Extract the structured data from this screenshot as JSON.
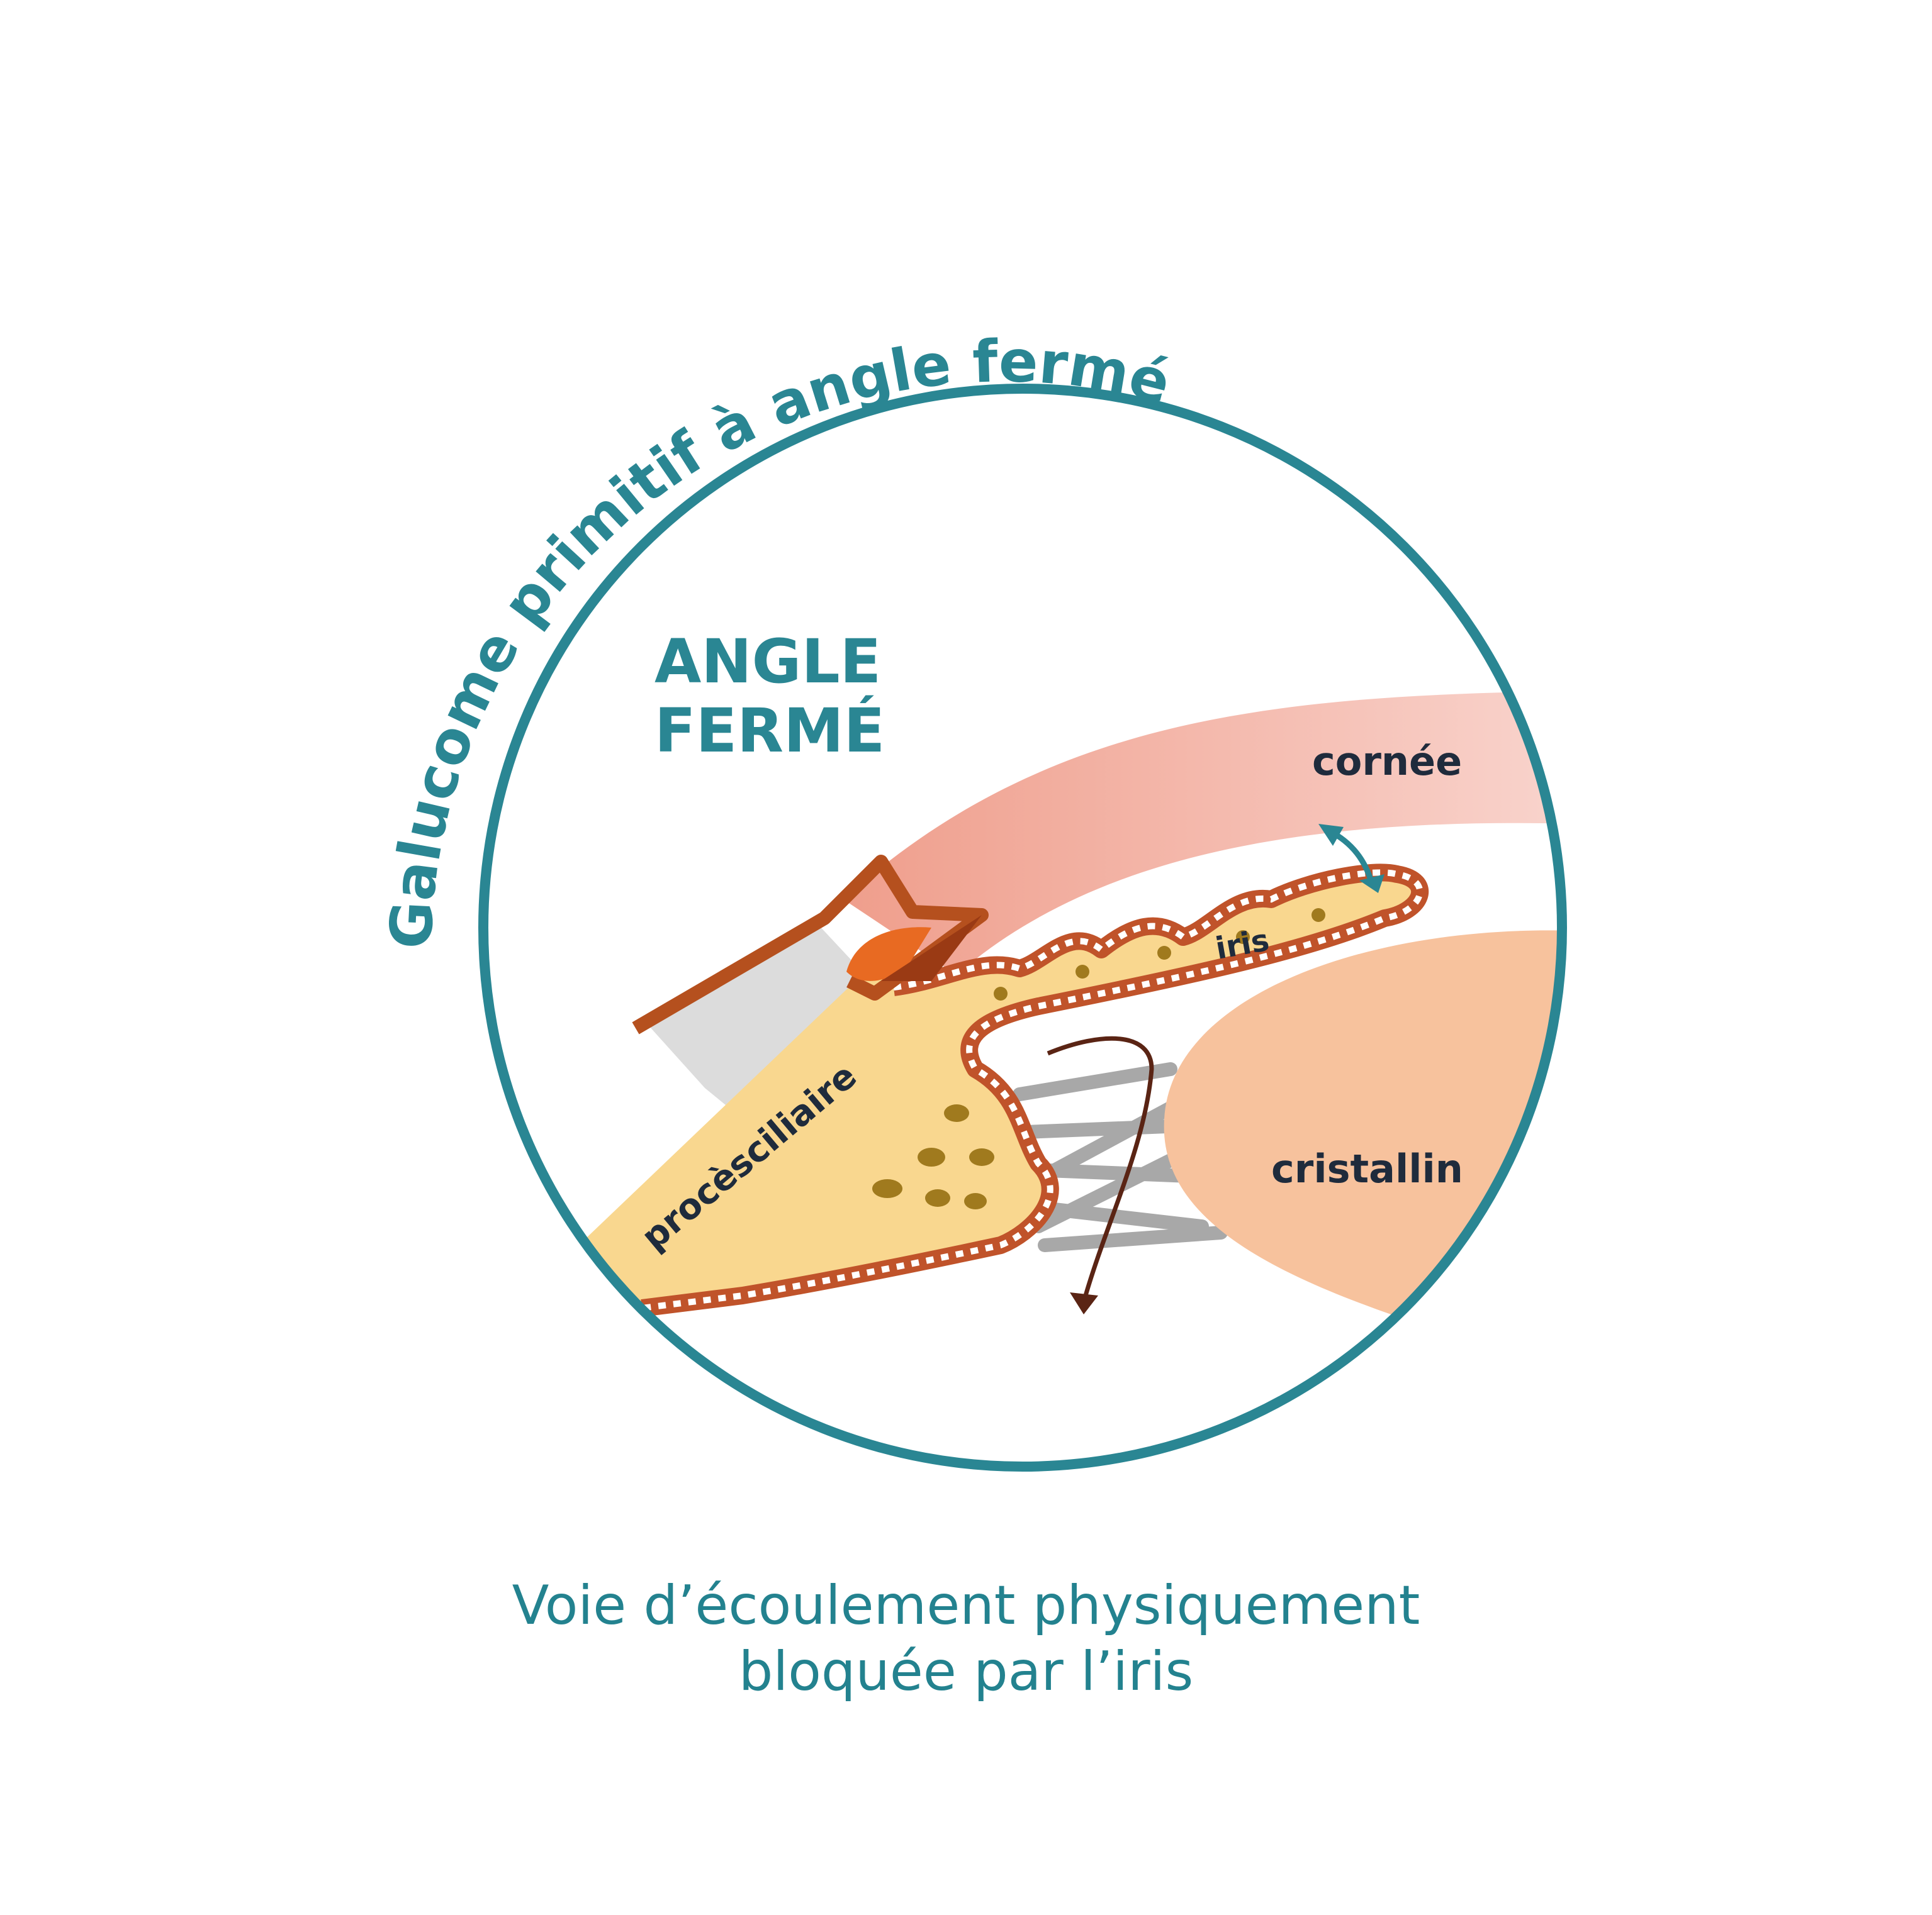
{
  "title_arc": "Galucome primitif à angle fermé",
  "heading": {
    "line1": "ANGLE",
    "line2": "FERMÉ"
  },
  "labels": {
    "cornea": "cornée",
    "iris": "iris",
    "lens": "cristallin",
    "ciliary": "procèsciliaire"
  },
  "caption": {
    "line1": "Voie d’écoulement physiquement",
    "line2": "bloquée par l’iris"
  },
  "colors": {
    "ring": "#2a8693",
    "heading": "#2a8693",
    "label": "#1f2b3c",
    "cornea_start": "#ef9e8c",
    "cornea_end": "#f9d4cd",
    "lens": "#f7c29d",
    "ciliary": "#f9d78f",
    "iris_border": "#c0532a",
    "meshwork": "#dcdcdc",
    "canal": "#e86a22",
    "arrow": "#5a2414"
  }
}
